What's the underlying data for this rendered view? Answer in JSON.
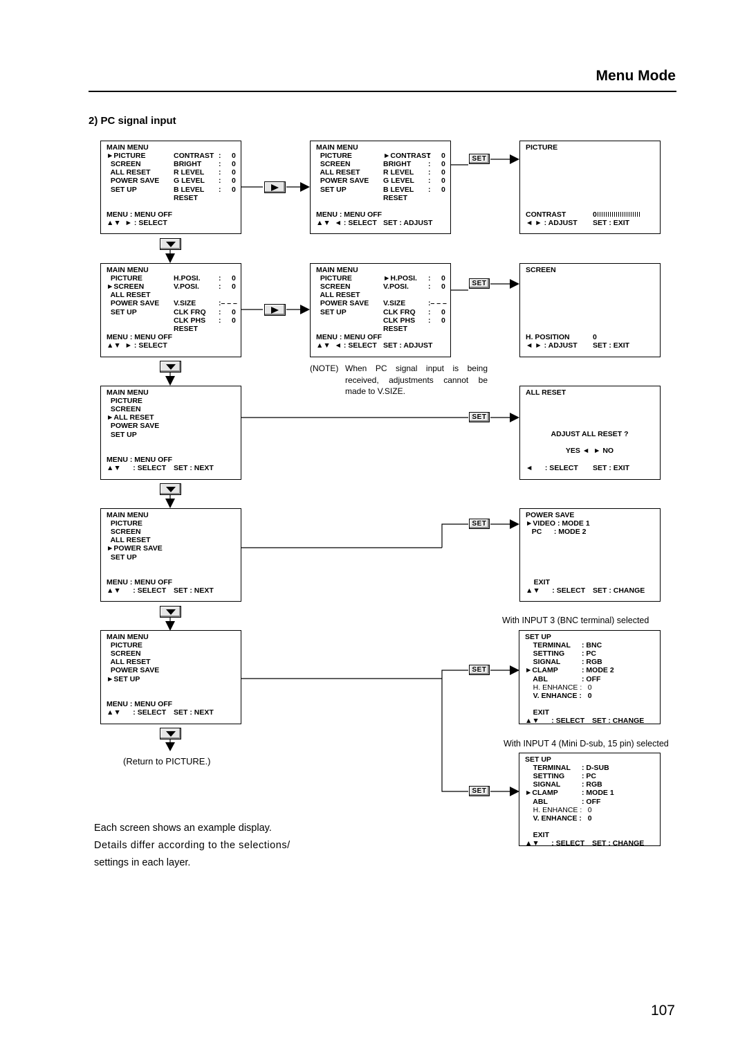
{
  "header": {
    "title": "Menu Mode"
  },
  "section": {
    "title": "2) PC signal input"
  },
  "button_labels": {
    "set": "SET"
  },
  "boxes": [
    {
      "name": "mainmenu-picture",
      "lines": [
        [
          "MAIN MENU",
          "",
          "",
          ""
        ],
        [
          "►PICTURE",
          "CONTRAST",
          ":",
          "0"
        ],
        [
          "  SCREEN",
          "BRIGHT",
          ":",
          "0"
        ],
        [
          "  ALL RESET",
          "R LEVEL",
          ":",
          "0"
        ],
        [
          "  POWER SAVE",
          "G LEVEL",
          ":",
          "0"
        ],
        [
          "  SET UP",
          "B LEVEL",
          ":",
          "0"
        ],
        [
          "",
          "RESET",
          "",
          ""
        ],
        [
          "",
          "",
          "",
          ""
        ],
        [
          "MENU : MENU OFF",
          "",
          "",
          ""
        ],
        [
          "▲▼  ► : SELECT",
          "",
          "",
          ""
        ]
      ]
    },
    {
      "name": "mainmenu-picture-contrast",
      "lines": [
        [
          "MAIN MENU",
          "",
          "",
          ""
        ],
        [
          "  PICTURE",
          "►CONTRAST",
          ":",
          "0"
        ],
        [
          "  SCREEN",
          "BRIGHT",
          ":",
          "0"
        ],
        [
          "  ALL RESET",
          "R LEVEL",
          ":",
          "0"
        ],
        [
          "  POWER SAVE",
          "G LEVEL",
          ":",
          "0"
        ],
        [
          "  SET UP",
          "B LEVEL",
          ":",
          "0"
        ],
        [
          "",
          "RESET",
          "",
          ""
        ],
        [
          "",
          "",
          "",
          ""
        ],
        [
          "MENU : MENU OFF",
          "",
          "",
          ""
        ],
        [
          "▲▼  ◄ : SELECT",
          "SET : ADJUST",
          "",
          ""
        ]
      ]
    },
    {
      "name": "picture-adjust",
      "lines": [
        [
          "PICTURE",
          "",
          "",
          ""
        ],
        [
          "",
          "",
          "",
          ""
        ],
        [
          "",
          "",
          "",
          ""
        ],
        [
          "",
          "",
          "",
          ""
        ],
        [
          "",
          "",
          "",
          ""
        ],
        [
          "",
          "",
          "",
          ""
        ],
        [
          "",
          "",
          "",
          ""
        ],
        [
          "",
          "",
          "",
          ""
        ],
        [
          "CONTRAST",
          "0",
          "",
          ""
        ],
        [
          "◄ ► : ADJUST",
          "SET : EXIT",
          "",
          ""
        ]
      ]
    },
    {
      "name": "mainmenu-screen",
      "lines": [
        [
          "MAIN MENU",
          "",
          "",
          ""
        ],
        [
          "  PICTURE",
          "H.POSI.",
          ":",
          "0"
        ],
        [
          "►SCREEN",
          "V.POSI.",
          ":",
          "0"
        ],
        [
          "  ALL RESET",
          "",
          "",
          ""
        ],
        [
          "  POWER SAVE",
          "V.SIZE",
          ":– – –",
          ""
        ],
        [
          "  SET UP",
          "CLK FRQ",
          ":",
          "0"
        ],
        [
          "",
          "CLK PHS",
          ":",
          "0"
        ],
        [
          "",
          "RESET",
          "",
          ""
        ],
        [
          "MENU : MENU OFF",
          "",
          "",
          ""
        ],
        [
          "▲▼  ► : SELECT",
          "",
          "",
          ""
        ]
      ]
    },
    {
      "name": "mainmenu-screen-hposi",
      "lines": [
        [
          "MAIN MENU",
          "",
          "",
          ""
        ],
        [
          "  PICTURE",
          "►H.POSI.",
          ":",
          "0"
        ],
        [
          "  SCREEN",
          "V.POSI.",
          ":",
          "0"
        ],
        [
          "  ALL RESET",
          "",
          "",
          ""
        ],
        [
          "  POWER SAVE",
          "V.SIZE",
          ":– – –",
          ""
        ],
        [
          "  SET UP",
          "CLK FRQ",
          ":",
          "0"
        ],
        [
          "",
          "CLK PHS",
          ":",
          "0"
        ],
        [
          "",
          "RESET",
          "",
          ""
        ],
        [
          "MENU : MENU OFF",
          "",
          "",
          ""
        ],
        [
          "▲▼  ◄ : SELECT",
          "SET : ADJUST",
          "",
          ""
        ]
      ]
    },
    {
      "name": "screen-adjust",
      "lines": [
        [
          "SCREEN",
          "",
          "",
          ""
        ],
        [
          "",
          "",
          "",
          ""
        ],
        [
          "",
          "",
          "",
          ""
        ],
        [
          "",
          "",
          "",
          ""
        ],
        [
          "",
          "",
          "",
          ""
        ],
        [
          "",
          "",
          "",
          ""
        ],
        [
          "",
          "",
          "",
          ""
        ],
        [
          "",
          "",
          "",
          ""
        ],
        [
          "H. POSITION",
          "0",
          "",
          ""
        ],
        [
          "◄ ► : ADJUST",
          "SET : EXIT",
          "",
          ""
        ]
      ]
    },
    {
      "name": "mainmenu-allreset",
      "lines": [
        [
          "MAIN MENU",
          "",
          "",
          ""
        ],
        [
          "  PICTURE",
          "",
          "",
          ""
        ],
        [
          "  SCREEN",
          "",
          "",
          ""
        ],
        [
          "►ALL RESET",
          "",
          "",
          ""
        ],
        [
          "  POWER SAVE",
          "",
          "",
          ""
        ],
        [
          "  SET UP",
          "",
          "",
          ""
        ],
        [
          "",
          "",
          "",
          ""
        ],
        [
          "",
          "",
          "",
          ""
        ],
        [
          "MENU : MENU OFF",
          "",
          "",
          ""
        ],
        [
          "▲▼      : SELECT",
          "SET : NEXT",
          "",
          ""
        ]
      ]
    },
    {
      "name": "allreset-confirm",
      "lines": [
        [
          "ALL RESET",
          "",
          "",
          ""
        ],
        [
          "",
          "",
          "",
          ""
        ],
        [
          "",
          "",
          "",
          ""
        ],
        [
          "",
          "",
          "",
          ""
        ],
        [
          "",
          "",
          "",
          ""
        ],
        [
          "",
          "",
          "",
          ""
        ],
        [
          "",
          "",
          "",
          ""
        ],
        [
          "",
          "",
          "",
          ""
        ],
        [
          "",
          "",
          "",
          ""
        ],
        [
          "◄      : SELECT",
          "SET : EXIT",
          "",
          ""
        ]
      ]
    },
    {
      "name": "mainmenu-powersave",
      "lines": [
        [
          "MAIN MENU",
          "",
          "",
          ""
        ],
        [
          "  PICTURE",
          "",
          "",
          ""
        ],
        [
          "  SCREEN",
          "",
          "",
          ""
        ],
        [
          "  ALL RESET",
          "",
          "",
          ""
        ],
        [
          "►POWER SAVE",
          "",
          "",
          ""
        ],
        [
          "  SET UP",
          "",
          "",
          ""
        ],
        [
          "",
          "",
          "",
          ""
        ],
        [
          "",
          "",
          "",
          ""
        ],
        [
          "MENU : MENU OFF",
          "",
          "",
          ""
        ],
        [
          "▲▼      : SELECT",
          "SET : NEXT",
          "",
          ""
        ]
      ]
    },
    {
      "name": "powersave-settings",
      "lines": [
        [
          "POWER SAVE",
          "",
          "",
          ""
        ],
        [
          "►VIDEO : MODE 1",
          "",
          "",
          ""
        ],
        [
          "   PC      : MODE 2",
          "",
          "",
          ""
        ],
        [
          "",
          "",
          "",
          ""
        ],
        [
          "",
          "",
          "",
          ""
        ],
        [
          "",
          "",
          "",
          ""
        ],
        [
          "",
          "",
          "",
          ""
        ],
        [
          "",
          "",
          "",
          ""
        ],
        [
          "    EXIT",
          "",
          "",
          ""
        ],
        [
          "▲▼      : SELECT",
          "SET : CHANGE",
          "",
          ""
        ]
      ]
    },
    {
      "name": "mainmenu-setup",
      "lines": [
        [
          "MAIN MENU",
          "",
          "",
          ""
        ],
        [
          "  PICTURE",
          "",
          "",
          ""
        ],
        [
          "  SCREEN",
          "",
          "",
          ""
        ],
        [
          "  ALL RESET",
          "",
          "",
          ""
        ],
        [
          "  POWER SAVE",
          "",
          "",
          ""
        ],
        [
          "►SET UP",
          "",
          "",
          ""
        ],
        [
          "",
          "",
          "",
          ""
        ],
        [
          "",
          "",
          "",
          ""
        ],
        [
          "MENU : MENU OFF",
          "",
          "",
          ""
        ],
        [
          "▲▼      : SELECT",
          "SET : NEXT",
          "",
          ""
        ]
      ]
    }
  ],
  "allreset_prompt": {
    "question": "ADJUST ALL RESET ?",
    "choice": "YES ◄  ► NO"
  },
  "setup_bnc": {
    "caption": "With INPUT 3 (BNC terminal) selected",
    "rows": [
      [
        "SET UP",
        "",
        ""
      ],
      [
        "    TERMINAL",
        ": BNC",
        "b"
      ],
      [
        "    SETTING",
        ": PC",
        "b"
      ],
      [
        "    SIGNAL",
        ": RGB",
        "b"
      ],
      [
        "►CLAMP",
        ": MODE 2",
        "b"
      ],
      [
        "    ABL",
        ": OFF",
        "b"
      ],
      [
        "    H. ENHANCE :",
        "   0",
        "n"
      ],
      [
        "    V. ENHANCE :",
        "   0",
        "b"
      ],
      [
        "",
        "",
        ""
      ],
      [
        "    EXIT",
        "",
        "b"
      ],
      [
        "▲▼      : SELECT",
        "SET : CHANGE",
        "b"
      ]
    ]
  },
  "setup_dsub": {
    "caption": "With INPUT 4 (Mini D-sub, 15 pin) selected",
    "rows": [
      [
        "SET UP",
        "",
        ""
      ],
      [
        "    TERMINAL",
        ": D-SUB",
        "b"
      ],
      [
        "    SETTING",
        ": PC",
        "b"
      ],
      [
        "    SIGNAL",
        ": RGB",
        "b"
      ],
      [
        "►CLAMP",
        ": MODE 1",
        "b"
      ],
      [
        "    ABL",
        ": OFF",
        "b"
      ],
      [
        "    H. ENHANCE :",
        "   0",
        "n"
      ],
      [
        "    V. ENHANCE :",
        "   0",
        "b"
      ],
      [
        "",
        "",
        ""
      ],
      [
        "    EXIT",
        "",
        "b"
      ],
      [
        "▲▼      : SELECT",
        "SET : CHANGE",
        "b"
      ]
    ]
  },
  "note": {
    "label": "(NOTE)",
    "lines": [
      "When PC signal input is being",
      "received, adjustments cannot be",
      "made to V.SIZE."
    ]
  },
  "return_text": "(Return to PICTURE.)",
  "footer": {
    "lines": [
      "Each screen shows an example display.",
      "Details differ according to the selections/",
      "settings in each layer."
    ]
  },
  "page_number": "107"
}
